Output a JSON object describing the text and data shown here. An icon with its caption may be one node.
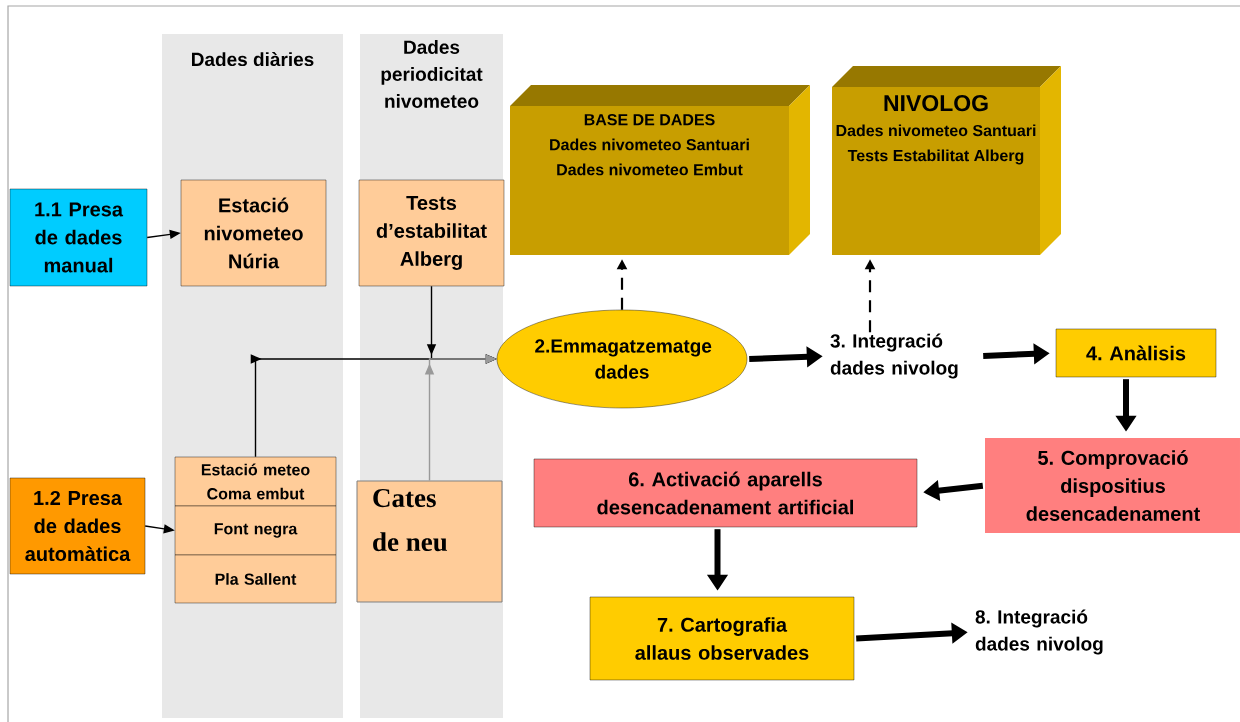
{
  "diagram": {
    "nodes": [
      {
        "text": [
          "Dades diàries"
        ]
      },
      {
        "text": [
          "Dades periodicitat nivometeo"
        ]
      },
      {
        "text": [
          "BASE DE DADES",
          "Dades nivometeo Santuari",
          "Dades nivometeo Embut"
        ]
      },
      {
        "text": [
          "NIVOLOG",
          "Dades nivometeo Santuari Tests Estabilitat Alberg"
        ]
      },
      {
        "text": [
          "1.1 Presa de dades manual"
        ]
      },
      {
        "text": [
          "Estació nivometeo Núria"
        ],
        "in": 0
      },
      {
        "text": [
          "Tests d’estabilitat Alberg"
        ],
        "in": 1
      },
      {
        "text": [
          "2.Emmagatzematge dades"
        ]
      },
      {
        "text": [
          "3. Integració dades nivolog"
        ]
      },
      {
        "text": [
          "4. Anàlisis"
        ]
      },
      {
        "text": [
          "1.2 Presa de dades automàtica"
        ]
      },
      {
        "text": [
          "Estació meteo Coma embut"
        ],
        "in": 0
      },
      {
        "text": [
          "Font negra"
        ],
        "in": 0
      },
      {
        "text": [
          "Pla Sallent"
        ],
        "in": 0
      },
      {
        "text": [
          "Cates de neu"
        ],
        "in": 1
      },
      {
        "text": [
          "5. Comprovació dispositius desencadenament"
        ]
      },
      {
        "text": [
          "6. Activació aparells desencadenament artificial"
        ]
      },
      {
        "text": [
          "7.  Cartografia allaus observades"
        ]
      },
      {
        "text": [
          "8. Integració dades nivolog"
        ]
      }
    ],
    "edges": [
      {
        "from": 4,
        "to": 5,
        "arrow": "to"
      },
      {
        "from": 10,
        "to": 12,
        "arrow": "to"
      },
      {
        "from": 11,
        "to": 7,
        "arrow": "to"
      },
      {
        "from": 6,
        "to": 7,
        "arrow": "to"
      },
      {
        "from": 14,
        "to": 7,
        "arrow": "to",
        "color": "#999999"
      },
      {
        "from": 7,
        "to": 2,
        "arrow": "to",
        "style": "dashed"
      },
      {
        "from": 8,
        "to": 3,
        "arrow": "to",
        "style": "dashed"
      },
      {
        "from": 7,
        "to": 8,
        "arrow": "to",
        "style": "thick"
      },
      {
        "from": 8,
        "to": 9,
        "arrow": "to",
        "style": "thick"
      },
      {
        "from": 9,
        "to": 15,
        "arrow": "to",
        "style": "thick"
      },
      {
        "from": 15,
        "to": 16,
        "arrow": "to",
        "style": "thick"
      },
      {
        "from": 16,
        "to": 17,
        "arrow": "to",
        "style": "thick"
      },
      {
        "from": 17,
        "to": 18,
        "arrow": "to",
        "style": "thick"
      }
    ]
  }
}
